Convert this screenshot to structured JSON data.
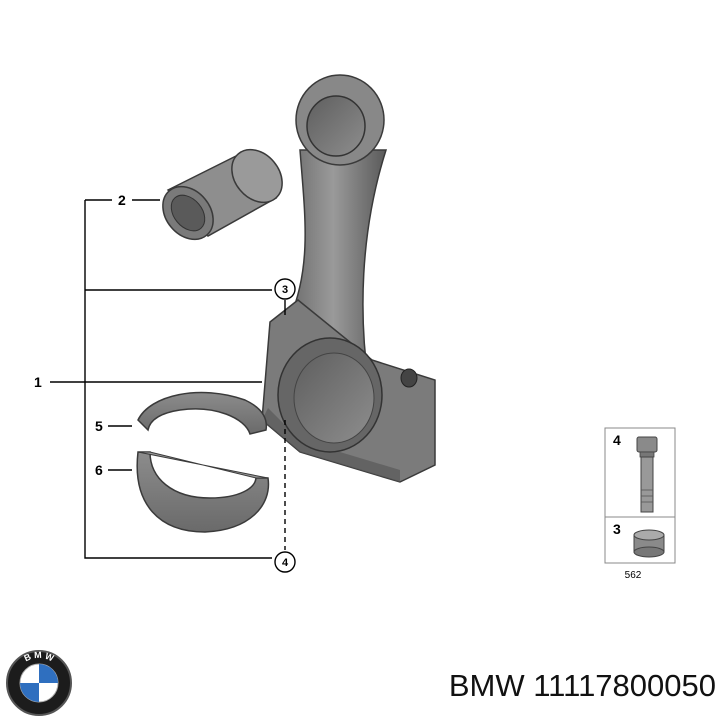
{
  "diagram": {
    "callouts": {
      "c1": "1",
      "c2": "2",
      "c3": "3",
      "c4": "4",
      "c5": "5",
      "c6": "6"
    },
    "inset": {
      "bolt_label": "4",
      "sleeve_label": "3",
      "ref_number": "562"
    }
  },
  "footer": {
    "logo_letters": "B M W",
    "part_text": "BMW 11117800050"
  }
}
